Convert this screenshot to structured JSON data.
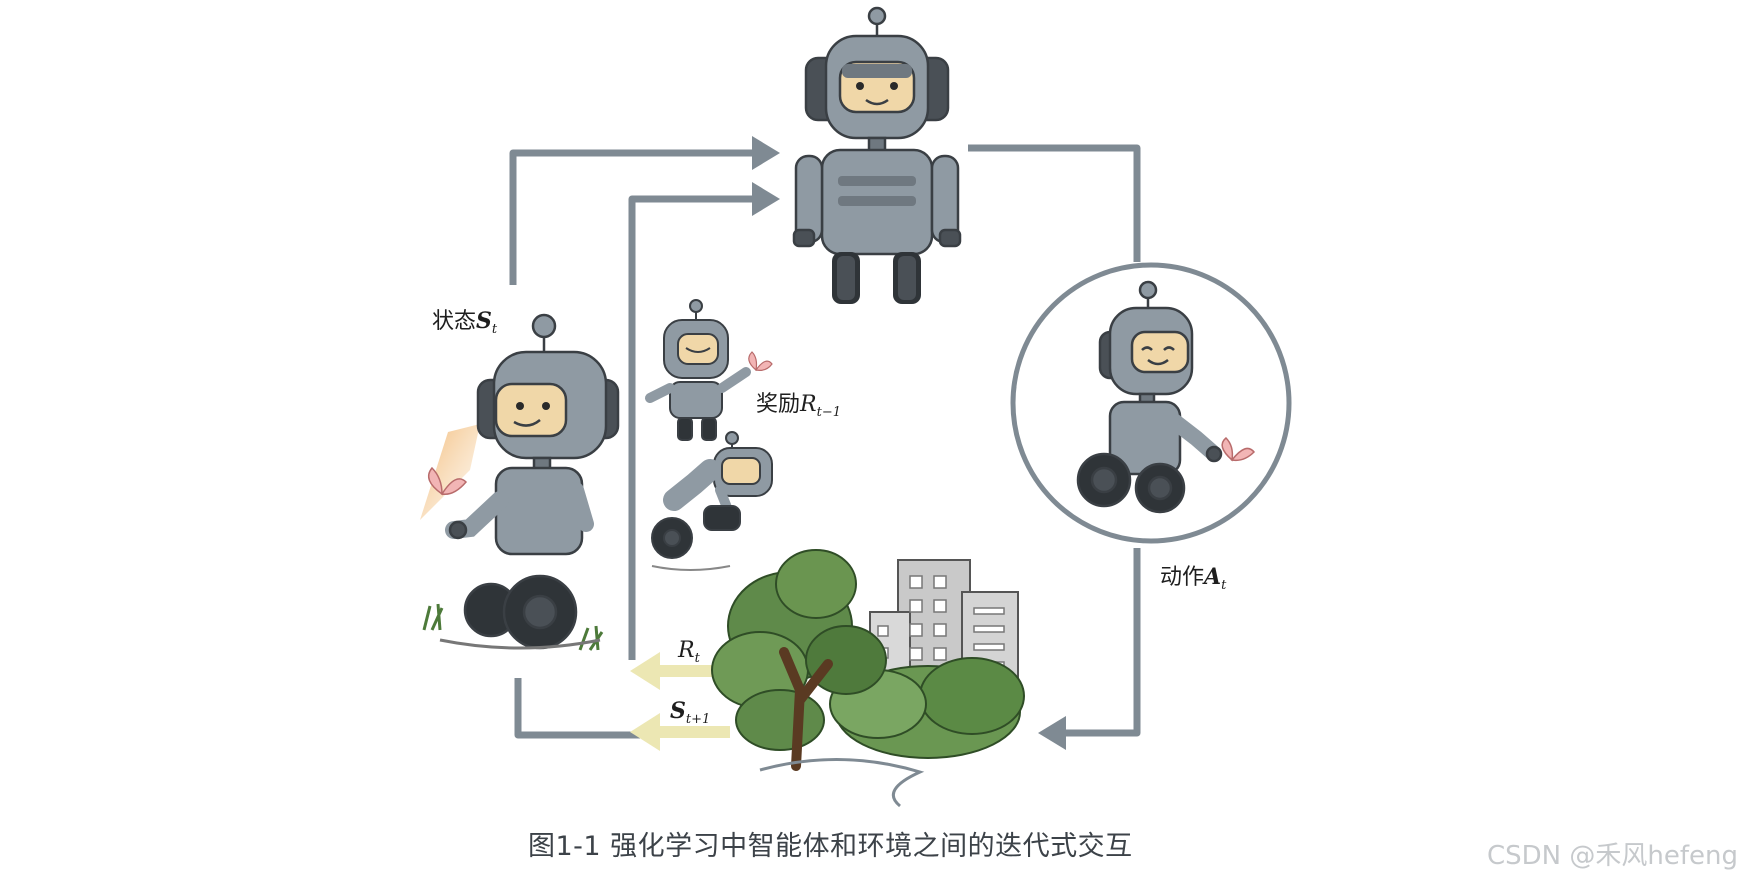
{
  "labels": {
    "state_prefix": "状态",
    "state_symbol": "S",
    "state_sub": "t",
    "reward_prefix": "奖励",
    "reward_symbol": "R",
    "reward_sub": "t−1",
    "action_prefix": "动作",
    "action_symbol": "A",
    "action_sub": "t",
    "env_reward_symbol": "R",
    "env_reward_sub": "t",
    "env_state_symbol": "S",
    "env_state_sub": "t+1"
  },
  "caption": "图1-1 强化学习中智能体和环境之间的迭代式交互",
  "watermark": "CSDN @禾风hefeng",
  "colors": {
    "arrow_gray": "#7f8a93",
    "arrow_yellow": "#ece7b3",
    "robot_body": "#8f9aa3",
    "robot_dark": "#4a5056",
    "robot_face": "#f0d7a8",
    "tree_green": "#5f8a4a",
    "building": "#c9c9c9"
  }
}
